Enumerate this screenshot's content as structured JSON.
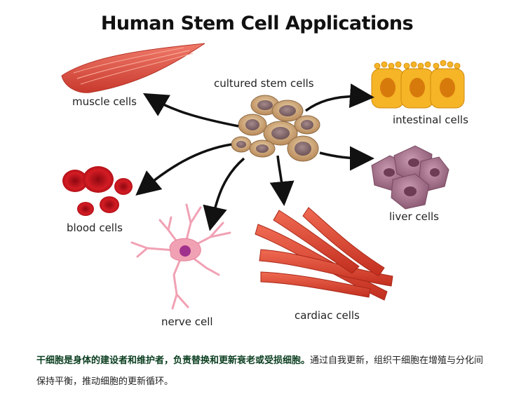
{
  "title": "Human Stem Cell Applications",
  "labels": {
    "center": "cultured stem cells",
    "muscle": "muscle cells",
    "intestinal": "intestinal cells",
    "liver": "liver cells",
    "blood": "blood cells",
    "nerve": "nerve cell",
    "cardiac": "cardiac cells"
  },
  "caption": {
    "bold": "干细胞是身体的建设者和维护者，负责替换和更新衰老或受损细胞。",
    "normal": "通过自我更新，组织干细胞在增殖与分化间保持平衡，推动细胞的更新循环。"
  },
  "colors": {
    "stem": "#c9a77e",
    "muscle": "#e05a4a",
    "intestinal": "#f5b526",
    "liver": "#a9708c",
    "blood": "#c8101a",
    "nerve": "#f1a1b4",
    "cardiac": "#e0422e"
  }
}
